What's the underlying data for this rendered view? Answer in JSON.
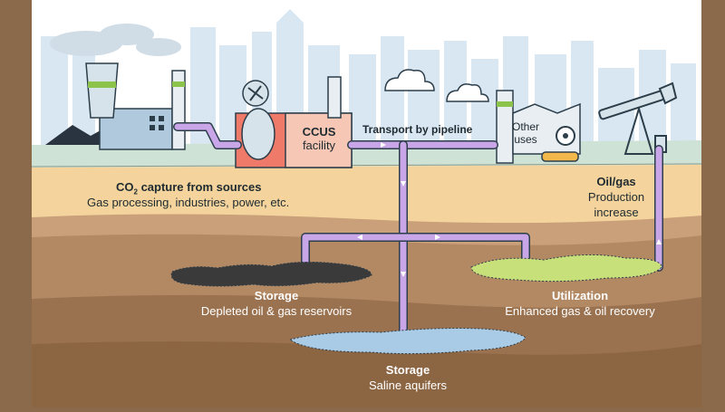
{
  "labels": {
    "ccus_line1": "CCUS",
    "ccus_line2": "facility",
    "transport": "Transport by pipeline",
    "other_line1": "Other",
    "other_line2": "uses",
    "capture_title_pre": "CO",
    "capture_title_sub": "2",
    "capture_title_post": " capture from sources",
    "capture_desc": "Gas processing, industries, power, etc.",
    "oilgas_title": "Oil/gas",
    "oilgas_line1": "Production",
    "oilgas_line2": "increase",
    "storage1_title": "Storage",
    "storage1_desc": "Depleted oil & gas reservoirs",
    "utilization_title": "Utilization",
    "utilization_desc": "Enhanced gas & oil recovery",
    "storage2_title": "Storage",
    "storage2_desc": "Saline aquifers"
  },
  "colors": {
    "frame": "#8a6a4a",
    "sky": "#ffffff",
    "skyline": "#d7e6f2",
    "ground_surface": "#cfe2d6",
    "sand": "#f4d49c",
    "earth_light": "#c39a73",
    "earth_mid": "#a97f5a",
    "earth_dark": "#8c6543",
    "pipe": "#c9a6e8",
    "oil": "#3a3a3a",
    "green_reservoir": "#c8e07a",
    "water": "#a9cbe6"
  }
}
